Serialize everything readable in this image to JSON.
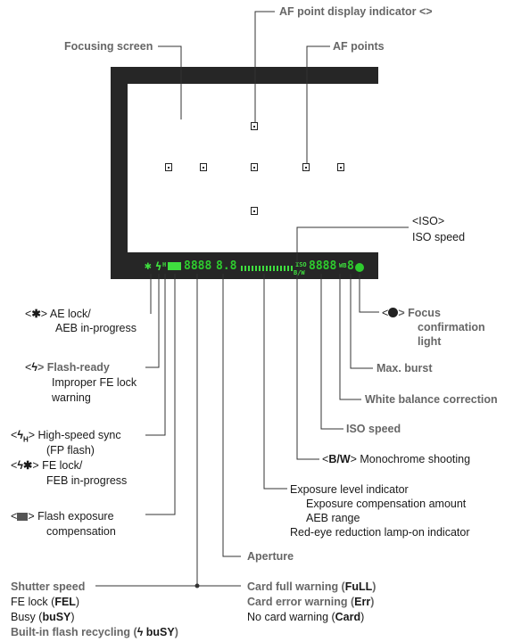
{
  "labels": {
    "af_point_display": "AF point display indicator <>",
    "focusing_screen": "Focusing screen",
    "af_points": "AF points",
    "iso_tag": "<ISO>",
    "iso_speed_top": "ISO speed",
    "ae_lock_prefix": "<",
    "ae_lock_suffix": "> AE lock/",
    "ae_lock_2": "AEB in-progress",
    "flash_ready_prefix": "<",
    "flash_ready": "> Flash-ready",
    "flash_improper_1": "Improper FE lock",
    "flash_improper_2": "warning",
    "hss_prefix": "<",
    "hss": "> High-speed sync",
    "hss_2": "(FP flash)",
    "fe_lock_prefix": "<",
    "fe_lock": "> FE lock/",
    "fe_lock_2": "FEB in-progress",
    "flash_comp_prefix": "<",
    "flash_comp": "> Flash exposure",
    "flash_comp_2": "compensation",
    "shutter_speed": "Shutter speed",
    "fe_lock_fel_a": "FE lock (",
    "fe_lock_fel_b": "FEL",
    "fe_lock_fel_c": ")",
    "busy_a": "Busy (",
    "busy_b": "buSY",
    "busy_c": ")",
    "builtin_flash_a": "Built-in flash recycling (",
    "builtin_flash_b": "buSY",
    "builtin_flash_c": ")",
    "aperture": "Aperture",
    "card_full_a": "Card full warning (",
    "card_full_b": "FuLL",
    "card_full_c": ")",
    "card_error_a": "Card error warning (",
    "card_error_b": "Err",
    "card_error_c": ")",
    "no_card_a": "No card warning (",
    "no_card_b": "Card",
    "no_card_c": ")",
    "exposure_level": "Exposure level indicator",
    "exposure_comp": "Exposure compensation amount",
    "aeb_range": "AEB range",
    "red_eye": "Red-eye reduction lamp-on indicator",
    "mono_prefix": "<",
    "mono_tag": "B/W",
    "mono": "> Monochrome shooting",
    "iso_speed_mid": "ISO speed",
    "wb_correction": "White balance correction",
    "max_burst": "Max. burst",
    "focus_prefix": "<",
    "focus_1": "> Focus",
    "focus_2": "confirmation",
    "focus_3": "light"
  },
  "lcd": {
    "shutter": "8888",
    "aperture": "8.8",
    "iso_label": "ISO",
    "bw_label": "B/W",
    "iso_digits": "8888",
    "wb": "WB",
    "burst": "8"
  },
  "colors": {
    "lcd_green": "#3fdf3f",
    "frame": "#262626"
  }
}
